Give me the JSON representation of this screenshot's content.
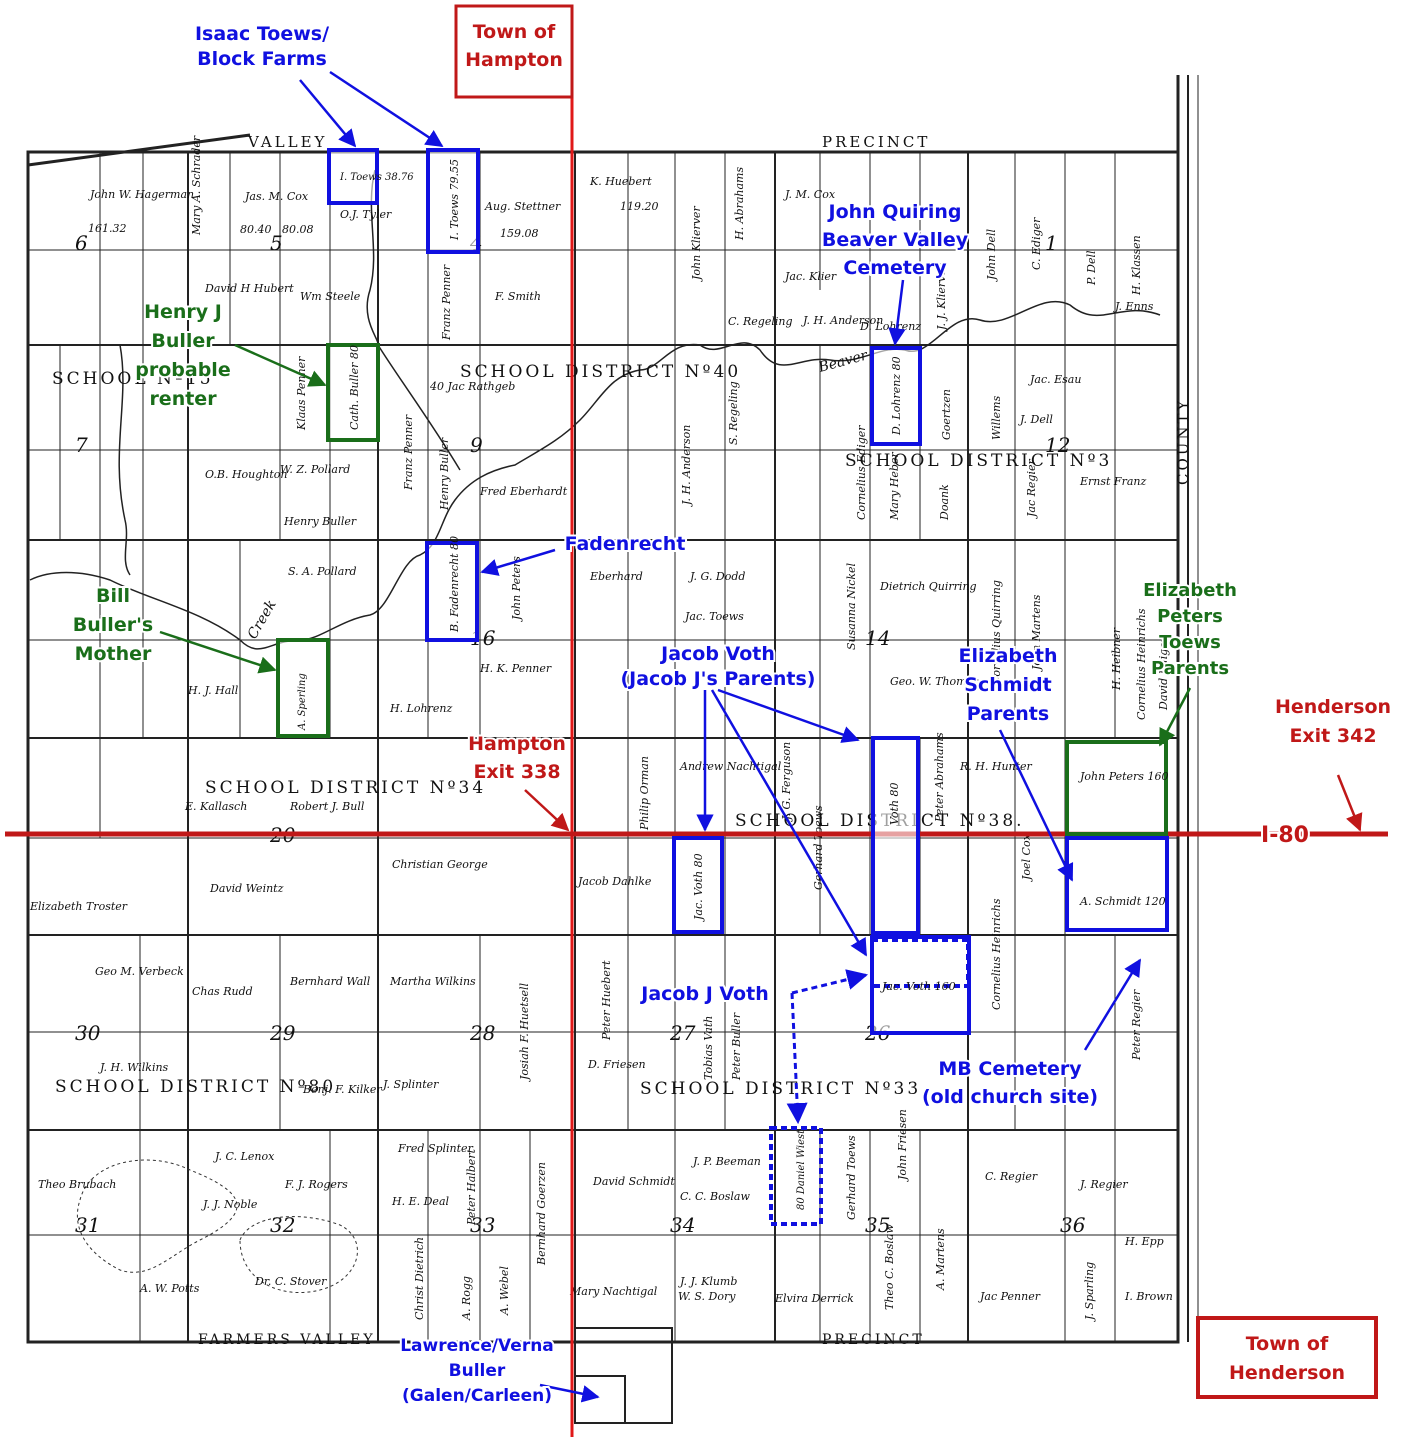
{
  "colors": {
    "blue": "#1010e0",
    "green": "#1a6e1a",
    "red": "#c01818",
    "ink": "#111111"
  },
  "map_labels": {
    "valley_top": "VALLEY",
    "precinct_top": "PRECINCT",
    "precinct_bottom": "PRECINCT",
    "farmers_valley": "FARMERS VALLEY",
    "county": "COUNTY",
    "sd15": "SCHOOL    Nº15",
    "sd40": "SCHOOL DISTRICT Nº40",
    "sd3": "SCHOOL  DISTRICT Nº3",
    "sd34": "SCHOOL  DISTRICT  Nº34",
    "sd38": "SCHOOL  DISTRICT Nº38.",
    "sd80": "SCHOOL  DISTRICT  Nº80",
    "sd33": "SCHOOL  DISTRICT  Nº33.",
    "creek": "Creek",
    "beaver": "Beaver"
  },
  "sections": [
    "6",
    "5",
    "4",
    "1",
    "7",
    "9",
    "12",
    "16",
    "14",
    "20",
    "30",
    "29",
    "28",
    "27",
    "26",
    "31",
    "32",
    "33",
    "34",
    "35",
    "36"
  ],
  "owners": [
    "John W. Hagerman",
    "161.32",
    "Mary A. Schrader",
    "Jas. M. Cox",
    "80.40",
    "80.08",
    "O.J. Tyler",
    "Aug. Stettner",
    "159.08",
    "K. Huebert",
    "119.20",
    "John Klierver",
    "H. Abrahams",
    "J. M. Cox",
    "J. J. Klierver",
    "John Dell",
    "C. Ediger",
    "P. Dell",
    "H. Klassen",
    "David H Hubert",
    "Wm Steele",
    "Franz Penner",
    "F. Smith",
    "Jac. Klier",
    "C. Regeling",
    "J. H. Anderson",
    "Jac. Esau",
    "J. Enns",
    "Klaas Penner",
    "40 Jac Rathgeb",
    "S. Regeling",
    "D. Lohrenz",
    "Goertzen",
    "Willems",
    "J. Dell",
    "O.B. Houghton",
    "W. Z. Pollard",
    "Franz Penner",
    "Henry Buller",
    "Fred Eberhardt",
    "J. H. Anderson",
    "Cornelius Ediger",
    "Mary Heber",
    "Doank",
    "Jac Regier",
    "Ernst Franz",
    "Henry Buller",
    "S. A. Pollard",
    "John Peters",
    "Eberhard",
    "J. G. Dodd",
    "Jac. Toews",
    "Susanna Nickel",
    "Dietrich Quirring",
    "Cornelius Quirring",
    "John Martens",
    "H. Heibner",
    "H. J. Hall",
    "H. K. Penner",
    "H. Lohrenz",
    "Geo. W. Thomas",
    "Cornelius Heinrichs",
    "David Ediger",
    "R. H. Hunter",
    "E. Kallasch",
    "Robert J. Bull",
    "Andrew Nachtigal",
    "Philip Orman",
    "J. G. Ferguson",
    "Peter Abrahams",
    "Christian George",
    "Jacob Dahlke",
    "David Weintz",
    "Elizabeth Troster",
    "Gerhard Toews",
    "Joel Cox",
    "Geo M. Verbeck",
    "Chas Rudd",
    "Bernhard Wall",
    "Martha Wilkins",
    "Josiah F. Huetsell",
    "Peter Huebert",
    "Tobias Vath",
    "Peter Buller",
    "D. Friesen",
    "J. H. Wilkins",
    "Benj. F. Kilker",
    "J. Splinter",
    "Cornelius Heinrichs",
    "Peter Regier",
    "J. C. Lenox",
    "Theo Brubach",
    "F. J. Rogers",
    "J. J. Noble",
    "Fred Splinter",
    "H. E. Deal",
    "Peter Halbert",
    "Bernhard Goerzen",
    "David Schmidt",
    "J. P. Beeman",
    "C. C. Boslaw",
    "Gerhard Toews",
    "John Friesen",
    "C. Regier",
    "J. Regier",
    "H. Epp",
    "A. W. Potts",
    "Dr. C. Stover",
    "Christ Dietrich",
    "A. Rogg",
    "A. Webel",
    "Mary Nachtigal",
    "J. J. Klumb",
    "W. S. Dory",
    "Elvira Derrick",
    "Theo C. Boslaw",
    "A. Martens",
    "Jac Penner",
    "J. Sparling",
    "I. Brown"
  ],
  "annotations": {
    "isaac_toews": "Isaac Toews/\nBlock Farms",
    "town_hampton": "Town of\nHampton",
    "john_quiring": "John Quiring\nBeaver Valley\nCemetery",
    "henry_buller": "Henry J\nBuller\nprobable\nrenter",
    "fadenrecht": "Fadenrecht",
    "bill_buller": "Bill\nBuller's\nMother",
    "jacob_voth": "Jacob Voth\n(Jacob J's Parents)",
    "elizabeth_schmidt": "Elizabeth\nSchmidt\nParents",
    "elizabeth_peters": "Elizabeth\nPeters\nToews\nParents",
    "henderson_exit": "Henderson\nExit 342",
    "hampton_exit": "Hampton\nExit 338",
    "i80": "I-80",
    "jacob_j_voth": "Jacob J Voth",
    "mb_cemetery": "MB Cemetery\n(old church site)",
    "lawrence_buller": "Lawrence/Verna\nBuller\n(Galen/Carleen)",
    "town_henderson": "Town of\nHenderson"
  },
  "box_labels": {
    "i_toews_small": "I. Toews 38.76",
    "i_toews_tall": "I. Toews 79.55",
    "cath_buller": "Cath. Buller 80",
    "d_lohrenz": "D. Lohrenz 80",
    "b_fadenrecht": "B. Fadenrecht 80",
    "a_sperling": "A. Sperling",
    "jac_voth": "Jac. Voth 80",
    "voth_tall": "Voth 80",
    "jac_voth_160": "Jac. Voth 160",
    "john_peters": "John Peters 160",
    "a_schmidt": "A. Schmidt 120",
    "daniel_wiest": "80 Daniel Wiest"
  }
}
